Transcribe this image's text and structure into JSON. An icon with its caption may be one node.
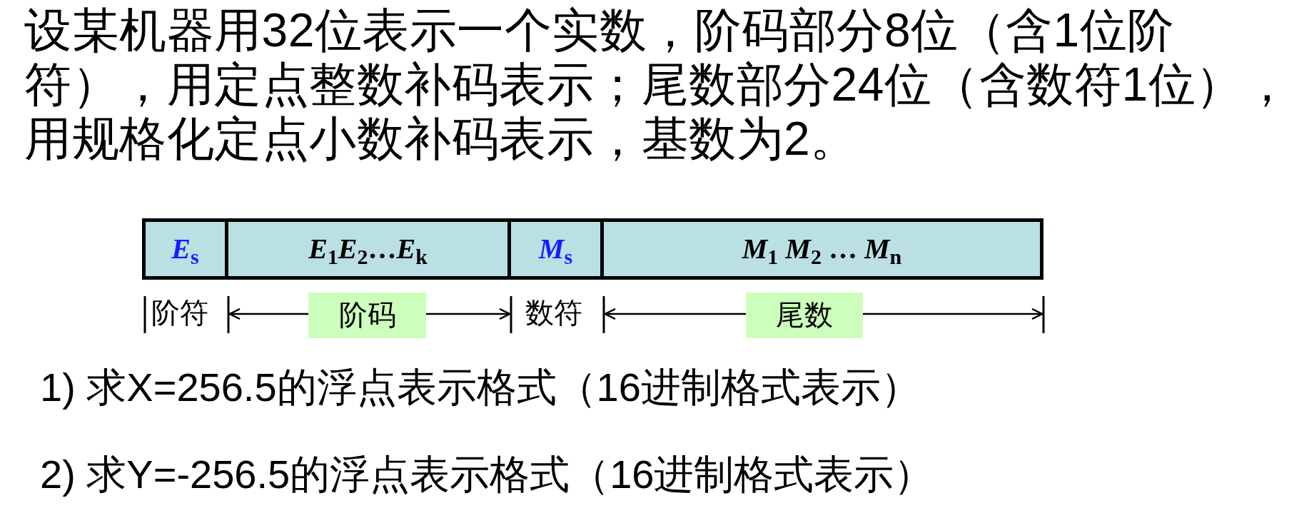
{
  "diagram": {
    "nodes": [
      {
        "text": [
          "*E*$_{s}$"
        ]
      },
      {
        "text": [
          "*E*$_{1}$*E*$_{2}$…*E*$_{k}$"
        ]
      },
      {
        "text": [
          "*M*$_{s}$"
        ]
      },
      {
        "text": [
          "*M*$_{1}$ *M*$_{2}$ … *M*$_{n}$"
        ]
      },
      {
        "text": [
          "阶码"
        ]
      },
      {
        "text": [
          "尾数"
        ]
      }
    ],
    "labels": [
      "设某机器用32位表示一个实数，阶码部分8位（含1位阶符），用定点整数补码表示；尾数部分24位（含数符1位），用规格化定点小数补码表示，基数为2。",
      "阶符",
      "数符",
      "1) 求X=256.5的浮点表示格式（16进制格式表示）",
      "2) 求Y=-256.5的浮点表示格式（16进制格式表示）"
    ]
  }
}
